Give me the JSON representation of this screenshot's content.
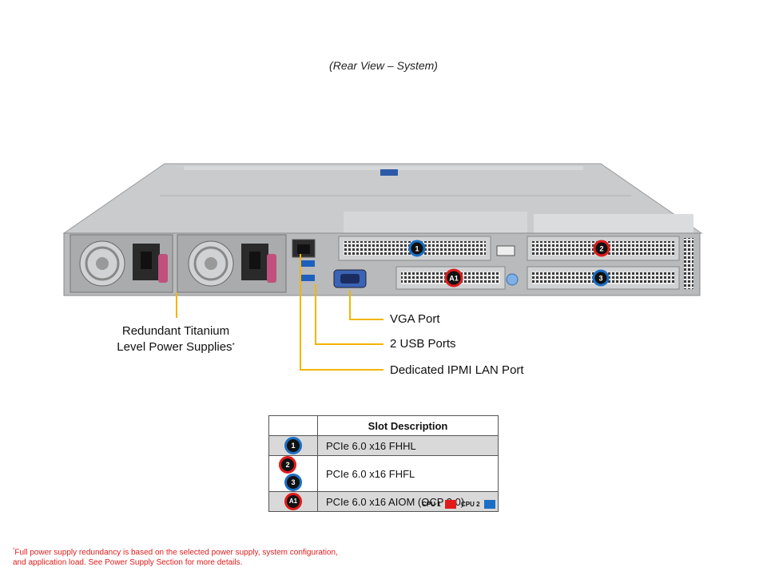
{
  "caption": "(Rear View – System)",
  "callouts": {
    "vga": "VGA Port",
    "usb": "2 USB Ports",
    "ipmi": "Dedicated IPMI LAN Port",
    "psu_line1": "Redundant Titanium",
    "psu_line2": "Level Power Supplies",
    "psu_mark": "*"
  },
  "slot_badges": {
    "s1": "1",
    "s2": "2",
    "s3": "3",
    "a1": "A1"
  },
  "table": {
    "header": "Slot Description",
    "rows": [
      {
        "badges": [
          "1"
        ],
        "desc": "PCIe 6.0 x16 FHHL"
      },
      {
        "badges": [
          "2",
          "3"
        ],
        "desc": "PCIe 6.0 x16 FHFL"
      },
      {
        "badges": [
          "A1"
        ],
        "desc": "PCIe 6.0 x16 AIOM (OCP 3.0)"
      }
    ]
  },
  "legend": {
    "cpu1": "CPU 1",
    "cpu2": "CPU 2"
  },
  "colors": {
    "cpu1": "#e01b1b",
    "cpu2": "#1a6fc4",
    "callout_line": "#f4b400"
  },
  "footnote": {
    "mark": "*",
    "text": "Full power supply redundancy is based on the selected power supply, system configuration, and application load. See Power Supply Section for more details."
  }
}
